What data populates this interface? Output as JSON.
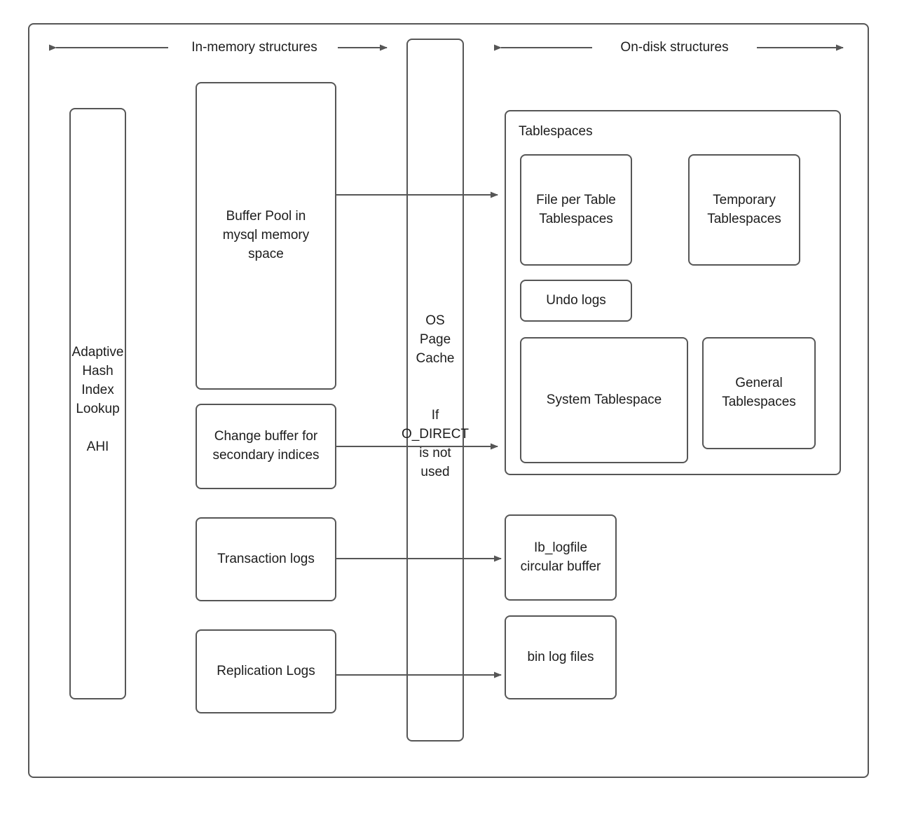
{
  "diagram": {
    "title": "MySQL InnoDB in-memory and on-disk structures",
    "colors": {
      "stroke": "#565656",
      "text": "#1d1d1d",
      "background": "#ffffff"
    },
    "headers": [
      {
        "id": "in-memory",
        "label": "In-memory structures"
      },
      {
        "id": "on-disk",
        "label": "On-disk structures"
      }
    ],
    "nodes": {
      "ahi": {
        "label": "Adaptive\nHash\nIndex\nLookup\n\nAHI"
      },
      "buffer_pool": {
        "label": "Buffer Pool in mysql memory space"
      },
      "change_buffer": {
        "label": "Change buffer for secondary indices"
      },
      "transaction_logs": {
        "label": "Transaction logs"
      },
      "replication_logs": {
        "label": "Replication Logs"
      },
      "os_page_cache": {
        "label_primary": "OS\nPage\nCache",
        "label_secondary": "If\nO_DIRECT\nis not\nused"
      },
      "tablespaces": {
        "label": "Tablespaces"
      },
      "file_per_table": {
        "label": "File per Table Tablespaces"
      },
      "temporary_tablespaces": {
        "label": "Temporary Tablespaces"
      },
      "undo_logs": {
        "label": "Undo logs"
      },
      "system_tablespace": {
        "label": "System Tablespace"
      },
      "general_tablespaces": {
        "label": "General Tablespaces"
      },
      "ib_logfile": {
        "label": "Ib_logfile circular buffer"
      },
      "bin_log_files": {
        "label": "bin log files"
      }
    },
    "connections": [
      {
        "id": "buffer-pool-to-file-per-table",
        "from": "buffer_pool",
        "to": "file_per_table"
      },
      {
        "id": "change-buffer-to-system-tablespace",
        "from": "change_buffer",
        "to": "system_tablespace"
      },
      {
        "id": "transaction-logs-to-ib-logfile",
        "from": "transaction_logs",
        "to": "ib_logfile"
      },
      {
        "id": "replication-logs-to-bin-log-files",
        "from": "replication_logs",
        "to": "bin_log_files"
      }
    ]
  }
}
